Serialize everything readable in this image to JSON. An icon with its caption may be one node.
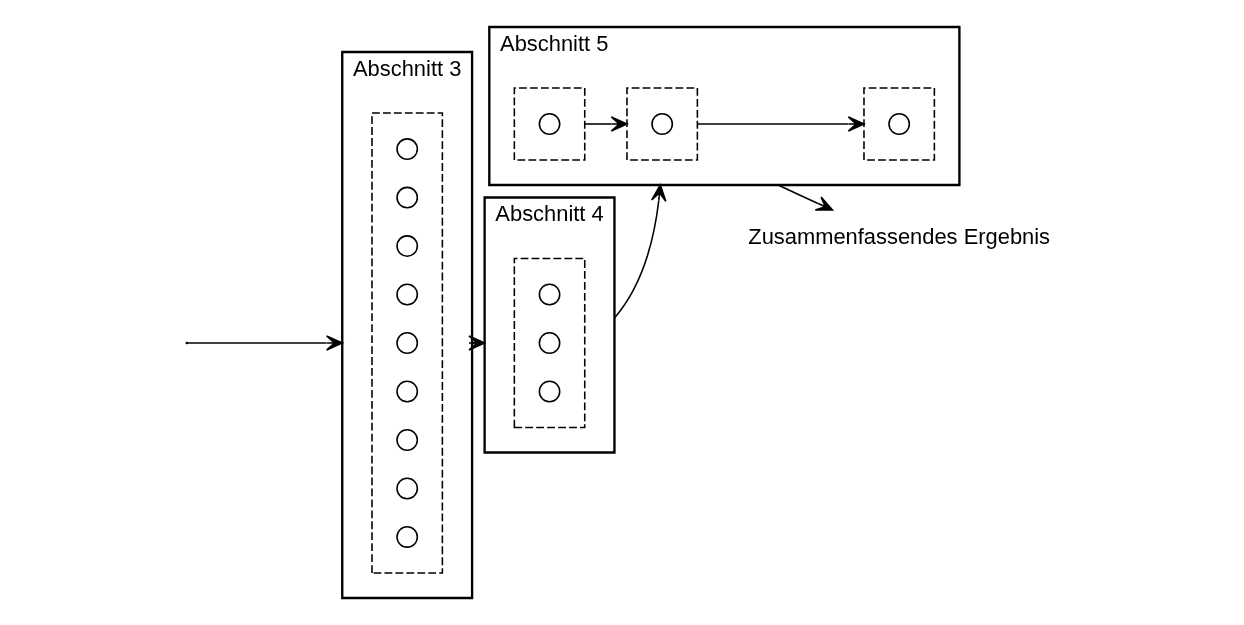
{
  "diagram": {
    "nodes": [
      {
        "text": [
          "Abschnitt 3"
        ]
      },
      {
        "text": [],
        "shape": "box",
        "in": 0
      },
      {
        "text": [],
        "shape": "circle",
        "in": 1
      },
      {
        "text": [],
        "shape": "circle",
        "in": 1
      },
      {
        "text": [],
        "shape": "circle",
        "in": 1
      },
      {
        "text": [],
        "shape": "circle",
        "in": 1
      },
      {
        "text": [],
        "shape": "circle",
        "in": 1
      },
      {
        "text": [],
        "shape": "circle",
        "in": 1
      },
      {
        "text": [],
        "shape": "circle",
        "in": 1
      },
      {
        "text": [],
        "shape": "circle",
        "in": 1
      },
      {
        "text": [],
        "shape": "circle",
        "in": 1
      },
      {
        "text": [
          "Abschnitt 4"
        ]
      },
      {
        "text": [],
        "shape": "box",
        "in": 11
      },
      {
        "text": [],
        "shape": "circle",
        "in": 12
      },
      {
        "text": [],
        "shape": "circle",
        "in": 12
      },
      {
        "text": [],
        "shape": "circle",
        "in": 12
      },
      {
        "text": [
          "Abschnitt 5"
        ]
      },
      {
        "text": [],
        "shape": "box",
        "in": 16
      },
      {
        "text": [],
        "shape": "box",
        "in": 16
      },
      {
        "text": [],
        "shape": "box",
        "in": 16
      },
      {
        "text": [],
        "shape": "circle",
        "in": 17
      },
      {
        "text": [],
        "shape": "circle",
        "in": 18
      },
      {
        "text": [],
        "shape": "circle",
        "in": 19
      },
      {
        "text": [
          "Zusammenfassendes Ergebnis"
        ]
      }
    ],
    "edges": [
      {
        "from": null,
        "to": 0,
        "arrow": "to"
      },
      {
        "from": 0,
        "to": 11,
        "arrow": "to"
      },
      {
        "from": 11,
        "to": 16,
        "arrow": "to"
      },
      {
        "from": 17,
        "to": 18,
        "arrow": "to"
      },
      {
        "from": 18,
        "to": 19,
        "arrow": "to"
      },
      {
        "from": 16,
        "to": 23,
        "arrow": "to"
      }
    ]
  }
}
